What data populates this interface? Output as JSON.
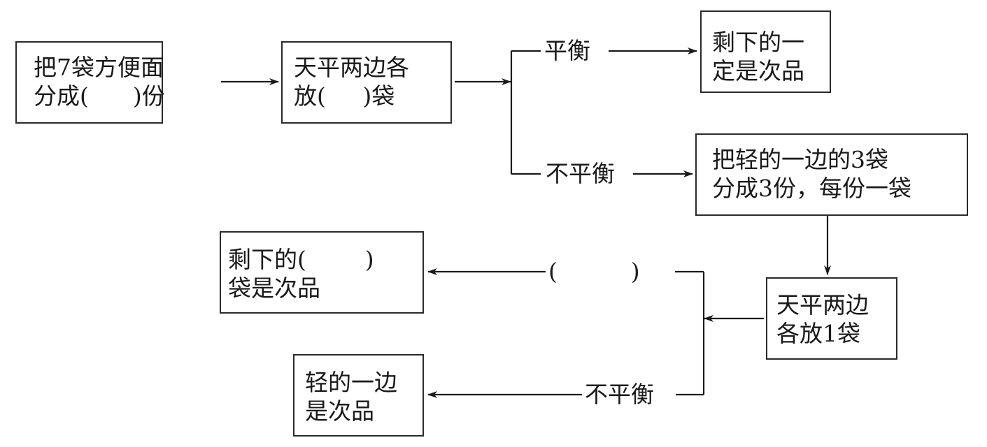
{
  "nodes": {
    "divide": {
      "line1": "把7袋方便面",
      "line2": "分成(      )份"
    },
    "weigh1": {
      "line1": "天平两边各",
      "line2": "放(     )袋"
    },
    "balanced_result": {
      "line1": "剩下的一",
      "line2": "定是次品"
    },
    "split_light": {
      "line1": "把轻的一边的3袋",
      "line2": "分成3份，每份一袋"
    },
    "weigh2": {
      "line1": "天平两边",
      "line2": "各放1袋"
    },
    "remaining_result": {
      "line1": "剩下的(        )",
      "line2": "袋是次品"
    },
    "light_result": {
      "line1": "轻的一边",
      "line2": "是次品"
    }
  },
  "edges": {
    "balanced": "平衡",
    "unbalanced": "不平衡",
    "blank": "(          )",
    "unbalanced2": "不平衡"
  }
}
